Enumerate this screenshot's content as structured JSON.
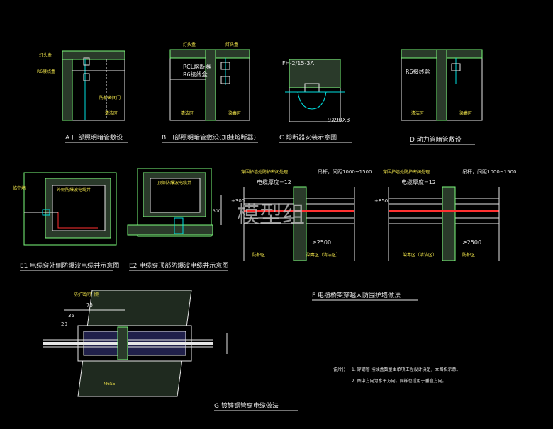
{
  "watermark": "模型组",
  "captions": {
    "a": "A 口部照明暗管敷设",
    "b": "B 口部照明暗管敷设(加挂熔断器)",
    "c": "C 熔断器安装示意图",
    "d": "D 动力管暗管敷设",
    "e1": "E1 电缆穿外侧防爆波电缆井示意图",
    "e2": "E2 电缆穿顶部防爆波电缆井示意图",
    "f": "F 电缆桥架穿越人防围护墙做法",
    "g": "G 镀锌钢管穿电缆做法"
  },
  "annotations": {
    "a_lamp": "灯头盒",
    "a_r6": "R6接线盒",
    "a_protect": "防护密闭门",
    "a_inner": "清洁区",
    "b_lamp": "灯头盒",
    "b_rcl": "RCL熔断器",
    "b_r6": "R6接线盒",
    "b_clean": "清洁区",
    "b_dirty": "染毒区",
    "c_model": "FH-2/15-3A",
    "c_size": "9X90X3",
    "d_r6": "R6接线盒",
    "d_clean": "清洁区",
    "d_dirty": "染毒区",
    "e1_well": "外侧防爆波电缆井",
    "e1_wall": "临空墙",
    "e2_well": "顶部防爆波电缆井",
    "e2_dim": "300",
    "f_title_left": "穿围护墙处防护密闭处理",
    "f_title_right": "穿围护墙处防护密闭处理",
    "f_cable_left": "电缆厚度=12",
    "f_cable_right": "电缆厚度=12",
    "f_spacing_left": "吊杆，间距1000~1500",
    "f_spacing_right": "吊杆，间距1000~1500",
    "f_dist_left": "≥2500",
    "f_dist_right": "≥2500",
    "f_zone_left_a": "防护区",
    "f_zone_left_b": "染毒区（清洁区）",
    "f_zone_right_a": "染毒区（清洁区）",
    "f_zone_right_b": "防护区",
    "f_lvl_left": "+300",
    "f_lvl_right": "+850",
    "g_dim_75": "75",
    "g_dim_35": "35",
    "g_dim_20": "20",
    "g_seal": "防护密闭门侧",
    "g_m6": "M6S5"
  },
  "notes": {
    "title": "说明：",
    "line1": "1. 穿钢管 按线盒数量由单项工程设计决定，本图仅示意。",
    "line2": "2. 图中方向为水平方向，同样也适用于垂直方向。"
  }
}
